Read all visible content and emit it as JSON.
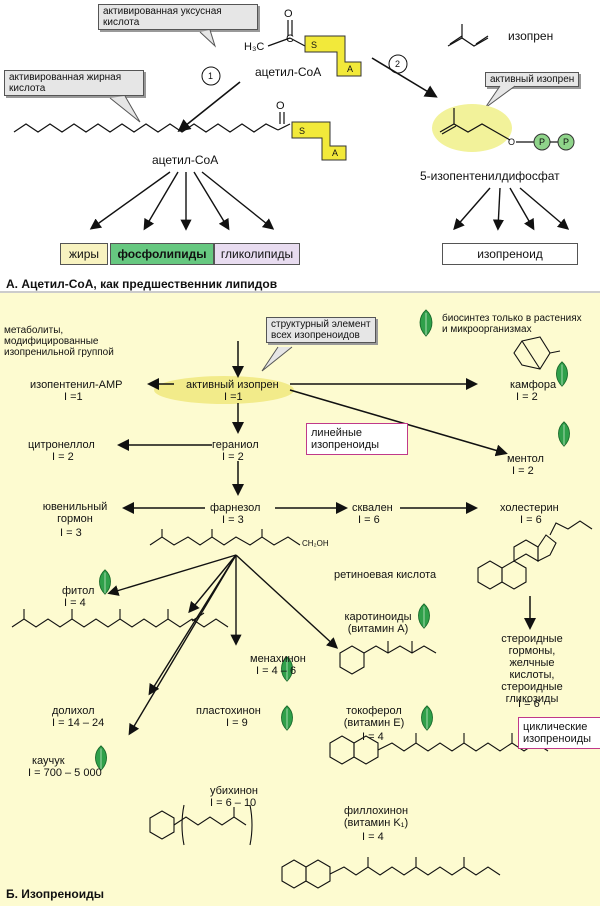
{
  "panelA": {
    "callout_activated_acetic": "активированная уксусная кислота",
    "acetyl_formula": "H₃C",
    "acetylcoa_top": "ацетил-CoA",
    "callout_activated_fatty": "активированная жирная кислота",
    "step1": "1",
    "step2": "2",
    "acetylcoa_mid": "ацетил-CoA",
    "fats": "жиры",
    "phospholipids": "фосфолипиды",
    "glycolipids": "гликолипиды",
    "isoprene": "изопрен",
    "callout_active_isoprene": "активный изопрен",
    "ipp": "5-изопентенилдифосфат",
    "isoprenoid": "изопреноид",
    "letter_s": "S",
    "letter_a": "A",
    "letter_o": "O",
    "letter_p": "P",
    "caption": "А. Ацетил-CoA, как предшественник липидов"
  },
  "panelB": {
    "metabolites": "метаболиты, модифицированные изопренильной группой",
    "structural": "структурный элемент всех изопреноидов",
    "biosynth": "биосинтез только в растениях и микроорганизмах",
    "ipamp": "изопентенил-AMP",
    "ipamp_i": "I =1",
    "active_isoprene": "активный изопрен",
    "active_isoprene_i": "I =1",
    "camphor": "камфора",
    "camphor_i": "I = 2",
    "citronellol": "цитронеллол",
    "citronellol_i": "I = 2",
    "geraniol": "гераниол",
    "geraniol_i": "I = 2",
    "linear": "линейные изопреноиды",
    "menthol": "ментол",
    "menthol_i": "I = 2",
    "juvenile": "ювенильный гормон",
    "juvenile_i": "I = 3",
    "farnesol": "фарнезол",
    "farnesol_i": "I = 3",
    "squalene": "сквален",
    "squalene_i": "I = 6",
    "cholesterol": "холестерин",
    "cholesterol_i": "I = 6",
    "ch2oh": "CH₂OH",
    "retinoic": "ретиноевая кислота",
    "phytol": "фитол",
    "phytol_i": "I = 4",
    "carotenoids": "каротиноиды (витамин А)",
    "menaquinone": "менахинон",
    "menaquinone_i": "I = 4 – 6",
    "steroids": "стероидные гормоны, желчные кислоты, стероидные гликозиды",
    "steroids_i": "I = 6",
    "dolichol": "долихол",
    "dolichol_i": "I = 14 – 24",
    "plastoquinone": "пластохинон",
    "plastoquinone_i": "I = 9",
    "tocopherol": "токоферол (витамин Е)",
    "tocopherol_i": "I = 4",
    "cyclic": "циклические изопреноиды",
    "rubber": "каучук",
    "rubber_i": "I = 700 – 5 000",
    "ubiquinone": "убихинон",
    "ubiquinone_i": "I = 6 – 10",
    "phylloquinone": "филлохинон (витамин K₁)",
    "phylloquinone_i": "I = 4",
    "caption": "Б. Изопреноиды"
  },
  "colors": {
    "panel_bg": "#fdfbd0",
    "coa_yellow": "#f2e93a",
    "phospholipid_green": "#66c880",
    "fat_cream": "#f8f3c0",
    "glycolipid_lilac": "#e8dcf0",
    "isoprene_halo": "#f2f29a",
    "phosphate_green": "#8fd48a",
    "leaf_green": "#2fa04a",
    "linear_border": "#c0398a",
    "cyclic_border": "#c0398a"
  }
}
